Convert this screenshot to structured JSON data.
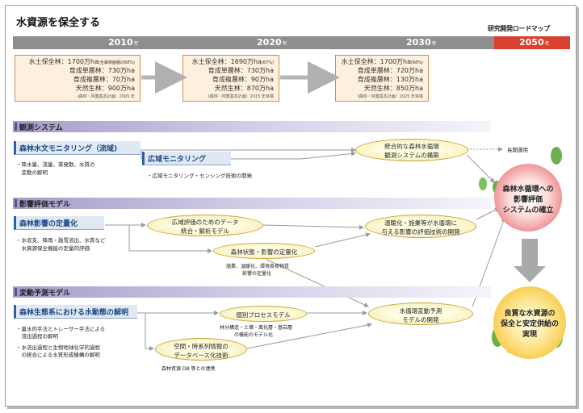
{
  "title": "水資源を保全する",
  "roadmap_label": "研究開発ロードマップ",
  "timeline": {
    "years": [
      {
        "year": "2010",
        "suffix": "年"
      },
      {
        "year": "2020",
        "suffix": "年"
      },
      {
        "year": "2030",
        "suffix": "年"
      },
      {
        "year": "2050",
        "suffix": "年"
      }
    ]
  },
  "stats": [
    {
      "line1": "水土保全林：1700万ha",
      "line1_note": "(全森林面積の68%)",
      "line2": "育成単層林：730万ha",
      "line3": "育成複層林：70万ha",
      "line4": "天然生林：900万ha",
      "source": "(森林・林業基本計画）2005 年"
    },
    {
      "line1": "水土保全林：1690万ha",
      "line1_note": "(67%)",
      "line2": "育成単層林：730万ha",
      "line3": "育成複層林：90万ha",
      "line4": "天然生林：870万ha",
      "source": "(森林・林業基本計画）2015 年目標"
    },
    {
      "line1": "水土保全林：1700万ha",
      "line1_note": "(68%)",
      "line2": "育成単層林：720万ha",
      "line3": "育成複層林：130万ha",
      "line4": "天然生林：850万ha",
      "source": "(森林・林業基本計画）2025 年目標"
    }
  ],
  "sections": {
    "observation": {
      "header": "観測システム",
      "topic1": "森林水文モニタリング（流域)",
      "topic1_bullets": [
        "・降水量、流量、蒸発散、水質の",
        "　変動の解明"
      ],
      "topic2": "広域モニタリング",
      "topic2_bullet": "・広域モニタリング・センシング技術の開発",
      "goal_line1": "統合的な森林水循環",
      "goal_line2": "観測システムの構築",
      "long_term": "長期運用"
    },
    "impact": {
      "header": "影響評価モデル",
      "topic": "森林影響の定量化",
      "bullets": [
        "・水収支、降雨・融雪流出、水質など",
        "　水資源保全機能の定量的評価"
      ],
      "oval1_line1": "広域評価のためのデータ",
      "oval1_line2": "統合・解析モデル",
      "oval2": "森林状態・影響の定量化",
      "oval2_sub1": "施業、温暖化、環境負荷物質",
      "oval2_sub2": "影響の定量化",
      "oval3_line1": "温暖化・施業等が水循環に",
      "oval3_line2": "与える影響の評価技術の開発"
    },
    "prediction": {
      "header": "変動予測モデル",
      "topic": "森林生態系における水動態の解明",
      "bullets": [
        "・量水的手法とトレーサー手法による",
        "　流出過程の解明",
        "・水流出過程と生物地球化学的過程",
        "　の統合による水質形成機構の解明"
      ],
      "oval1": "個別プロセスモデル",
      "oval1_sub1": "林分構造・土壌・風化層・基岩層",
      "oval1_sub2": "の機能のモデル化",
      "oval2_line1": "空間・時系列情報の",
      "oval2_line2": "データベース化技術",
      "oval2_sub": "森林資源 DB 等との連携",
      "oval3_line1": "水循環変動予測",
      "oval3_line2": "モデルの開発"
    }
  },
  "goals": {
    "goal1_line1": "森林水循環への",
    "goal1_line2": "影響評価",
    "goal1_line3": "システムの確立",
    "goal2_line1": "良質な水資源の",
    "goal2_line2": "保全と安定供給の",
    "goal2_line3": "実現"
  },
  "colors": {
    "timeline_gray": "#8e8e8e",
    "timeline_red": "#d8412f",
    "section_purple": "#a69cc8",
    "topic_blue": "#2f5fa0",
    "goal_red": "#e05050",
    "goal_orange": "#f0b020",
    "leaf_green": "#6ab04c"
  }
}
